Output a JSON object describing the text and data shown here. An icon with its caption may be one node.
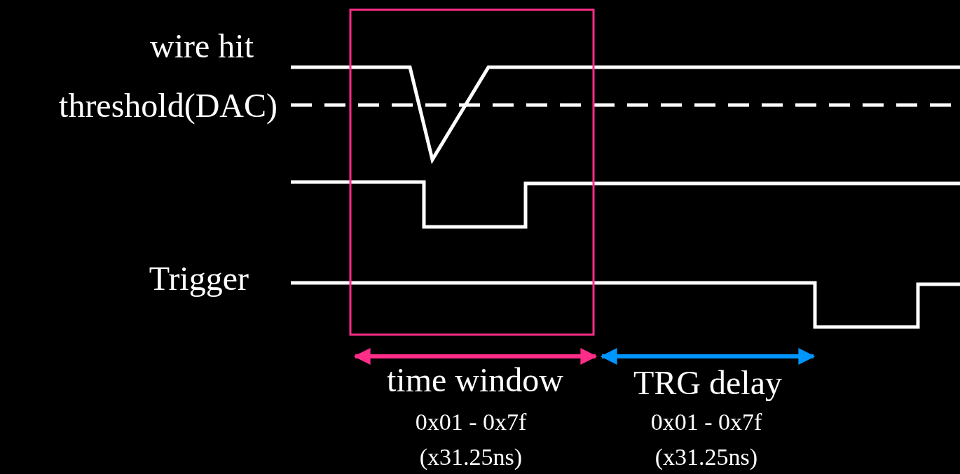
{
  "diagram": {
    "nodes": [
      {
        "text": [],
        "shape": "box"
      }
    ],
    "labels": [
      "wire hit",
      "threshold(DAC)",
      "Trigger",
      "time window",
      "0x01 - 0x7f",
      "(x31.25ns)",
      "TRG delay",
      "0x01 - 0x7f",
      "(x31.25ns)"
    ]
  }
}
